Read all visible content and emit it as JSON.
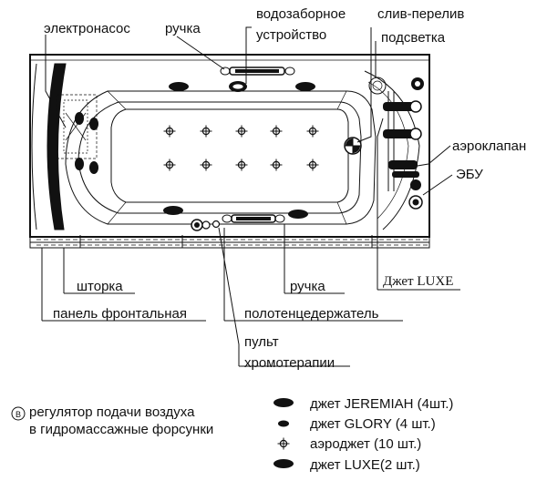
{
  "callouts": {
    "pump": "электронасос",
    "handle_top": "ручка",
    "intake_line1": "водозаборное",
    "intake_line2": "устройство",
    "overflow": "слив-перелив",
    "light": "подсветка",
    "air_valve": "аэроклапан",
    "ecu": "ЭБУ",
    "jet_luxe": "Джет LUXE",
    "handle_bottom": "ручка",
    "curtain": "шторка",
    "front_panel": "панель фронтальная",
    "towel_holder": "полотенцедержатель",
    "remote_line1": "пульт",
    "remote_line2": "хромотерапии"
  },
  "legend": {
    "regulator_symbol": "В",
    "regulator_line1": "регулятор подачи воздуха",
    "regulator_line2": "в гидромассажные форсунки",
    "items": [
      {
        "icon": "jet-jeremiah-icon",
        "label": "джет JEREMIAH (4шт.)"
      },
      {
        "icon": "jet-glory-icon",
        "label": "джет GLORY (4 шт.)"
      },
      {
        "icon": "aerojet-icon",
        "label": "аэроджет (10 шт.)"
      },
      {
        "icon": "jet-luxe-icon",
        "label": "джет LUXE(2 шт.)"
      }
    ]
  }
}
